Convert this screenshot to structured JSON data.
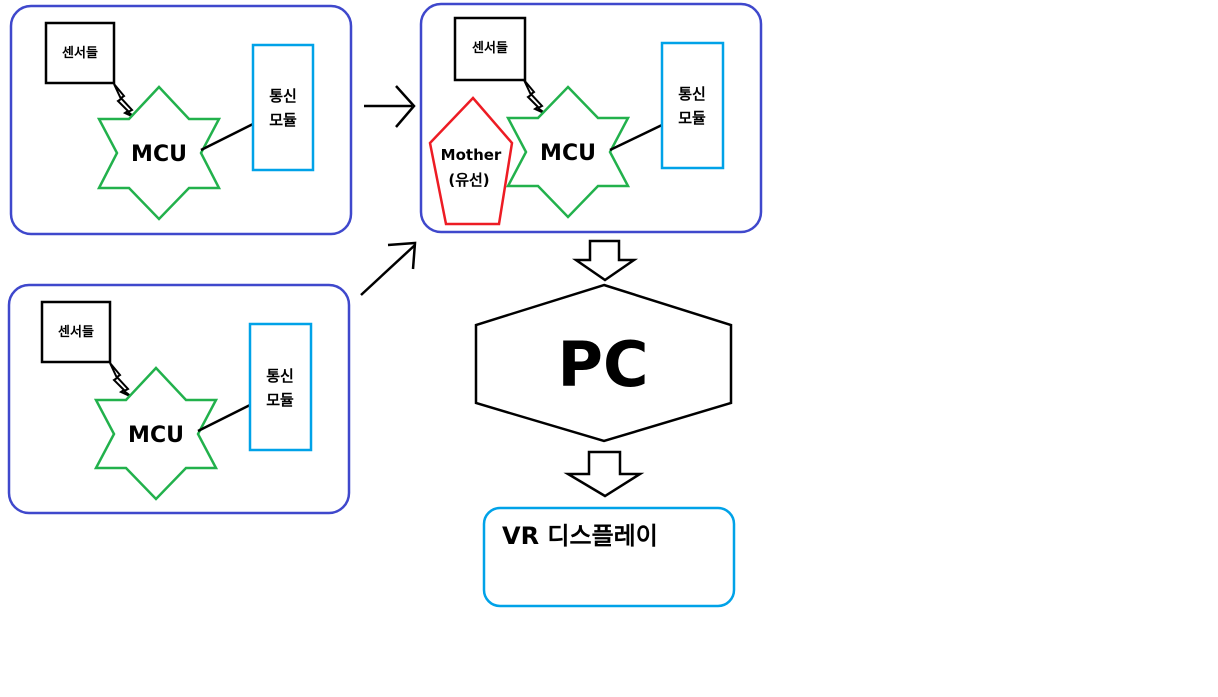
{
  "sensor_label": "센서들",
  "mcu_label": "MCU",
  "comm_module_line1": "통신",
  "comm_module_line2": "모듈",
  "mother_line1": "Mother",
  "mother_line2": "(유선)",
  "pc_label": "PC",
  "vr_display_label": "VR 디스플레이",
  "colors": {
    "panel_border": "#3f48cc",
    "mcu_star": "#22b14c",
    "comm_module": "#00a2e8",
    "mother": "#ed1c24",
    "vr_display": "#00a2e8"
  }
}
